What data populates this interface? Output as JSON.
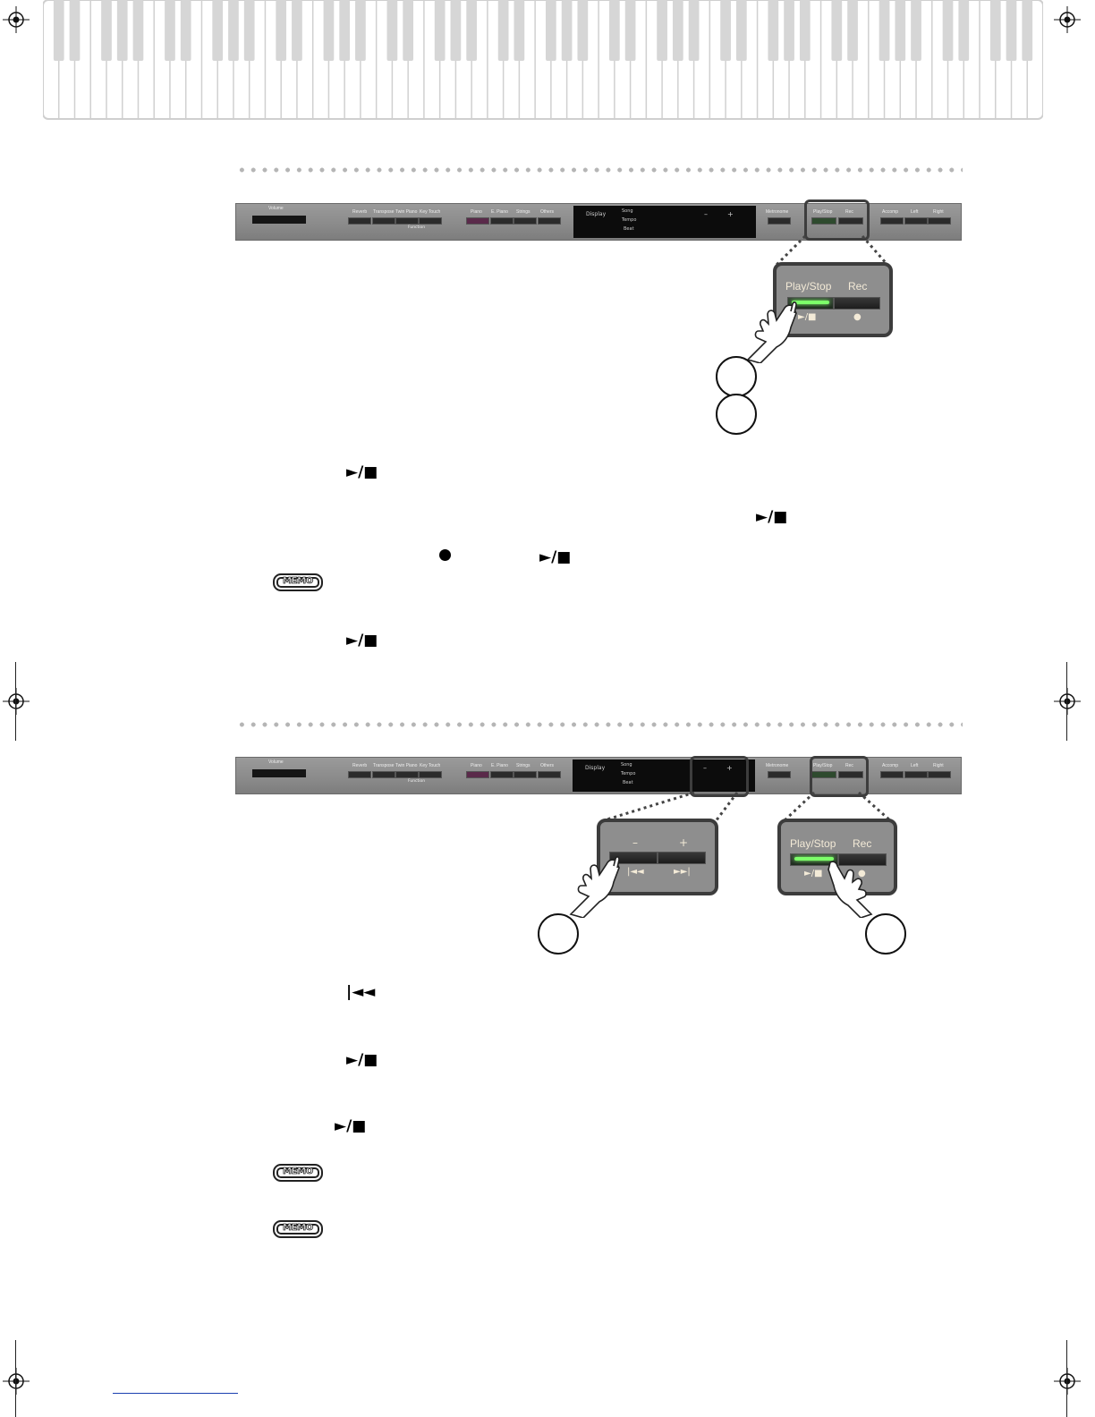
{
  "panel": {
    "volume_label": "Volume",
    "buttons": [
      "Reverb",
      "Transpose",
      "Twin Piano",
      "Key Touch",
      "Piano",
      "E. Piano",
      "Strings",
      "Others"
    ],
    "function_label": "Function",
    "display_label": "Display",
    "display_items": [
      "Song",
      "Tempo",
      "Beat"
    ],
    "minus_label": "–",
    "plus_label": "+",
    "metronome_label": "Metronome",
    "play_stop_label": "Play/Stop",
    "rec_label": "Rec",
    "accomp_label": "Accomp",
    "left_label": "Left",
    "right_label": "Right"
  },
  "zoom": {
    "play_stop_title": "Play/Stop",
    "rec_title": "Rec",
    "play_stop_symbol": "►/■",
    "rec_symbol": "●",
    "minus": "–",
    "plus": "+",
    "rewind_symbol": "|◄◄",
    "forward_symbol": "►►|"
  },
  "symbols": {
    "play_stop": "►/■",
    "rewind": "|◄◄"
  },
  "memo_label": "MEMO"
}
